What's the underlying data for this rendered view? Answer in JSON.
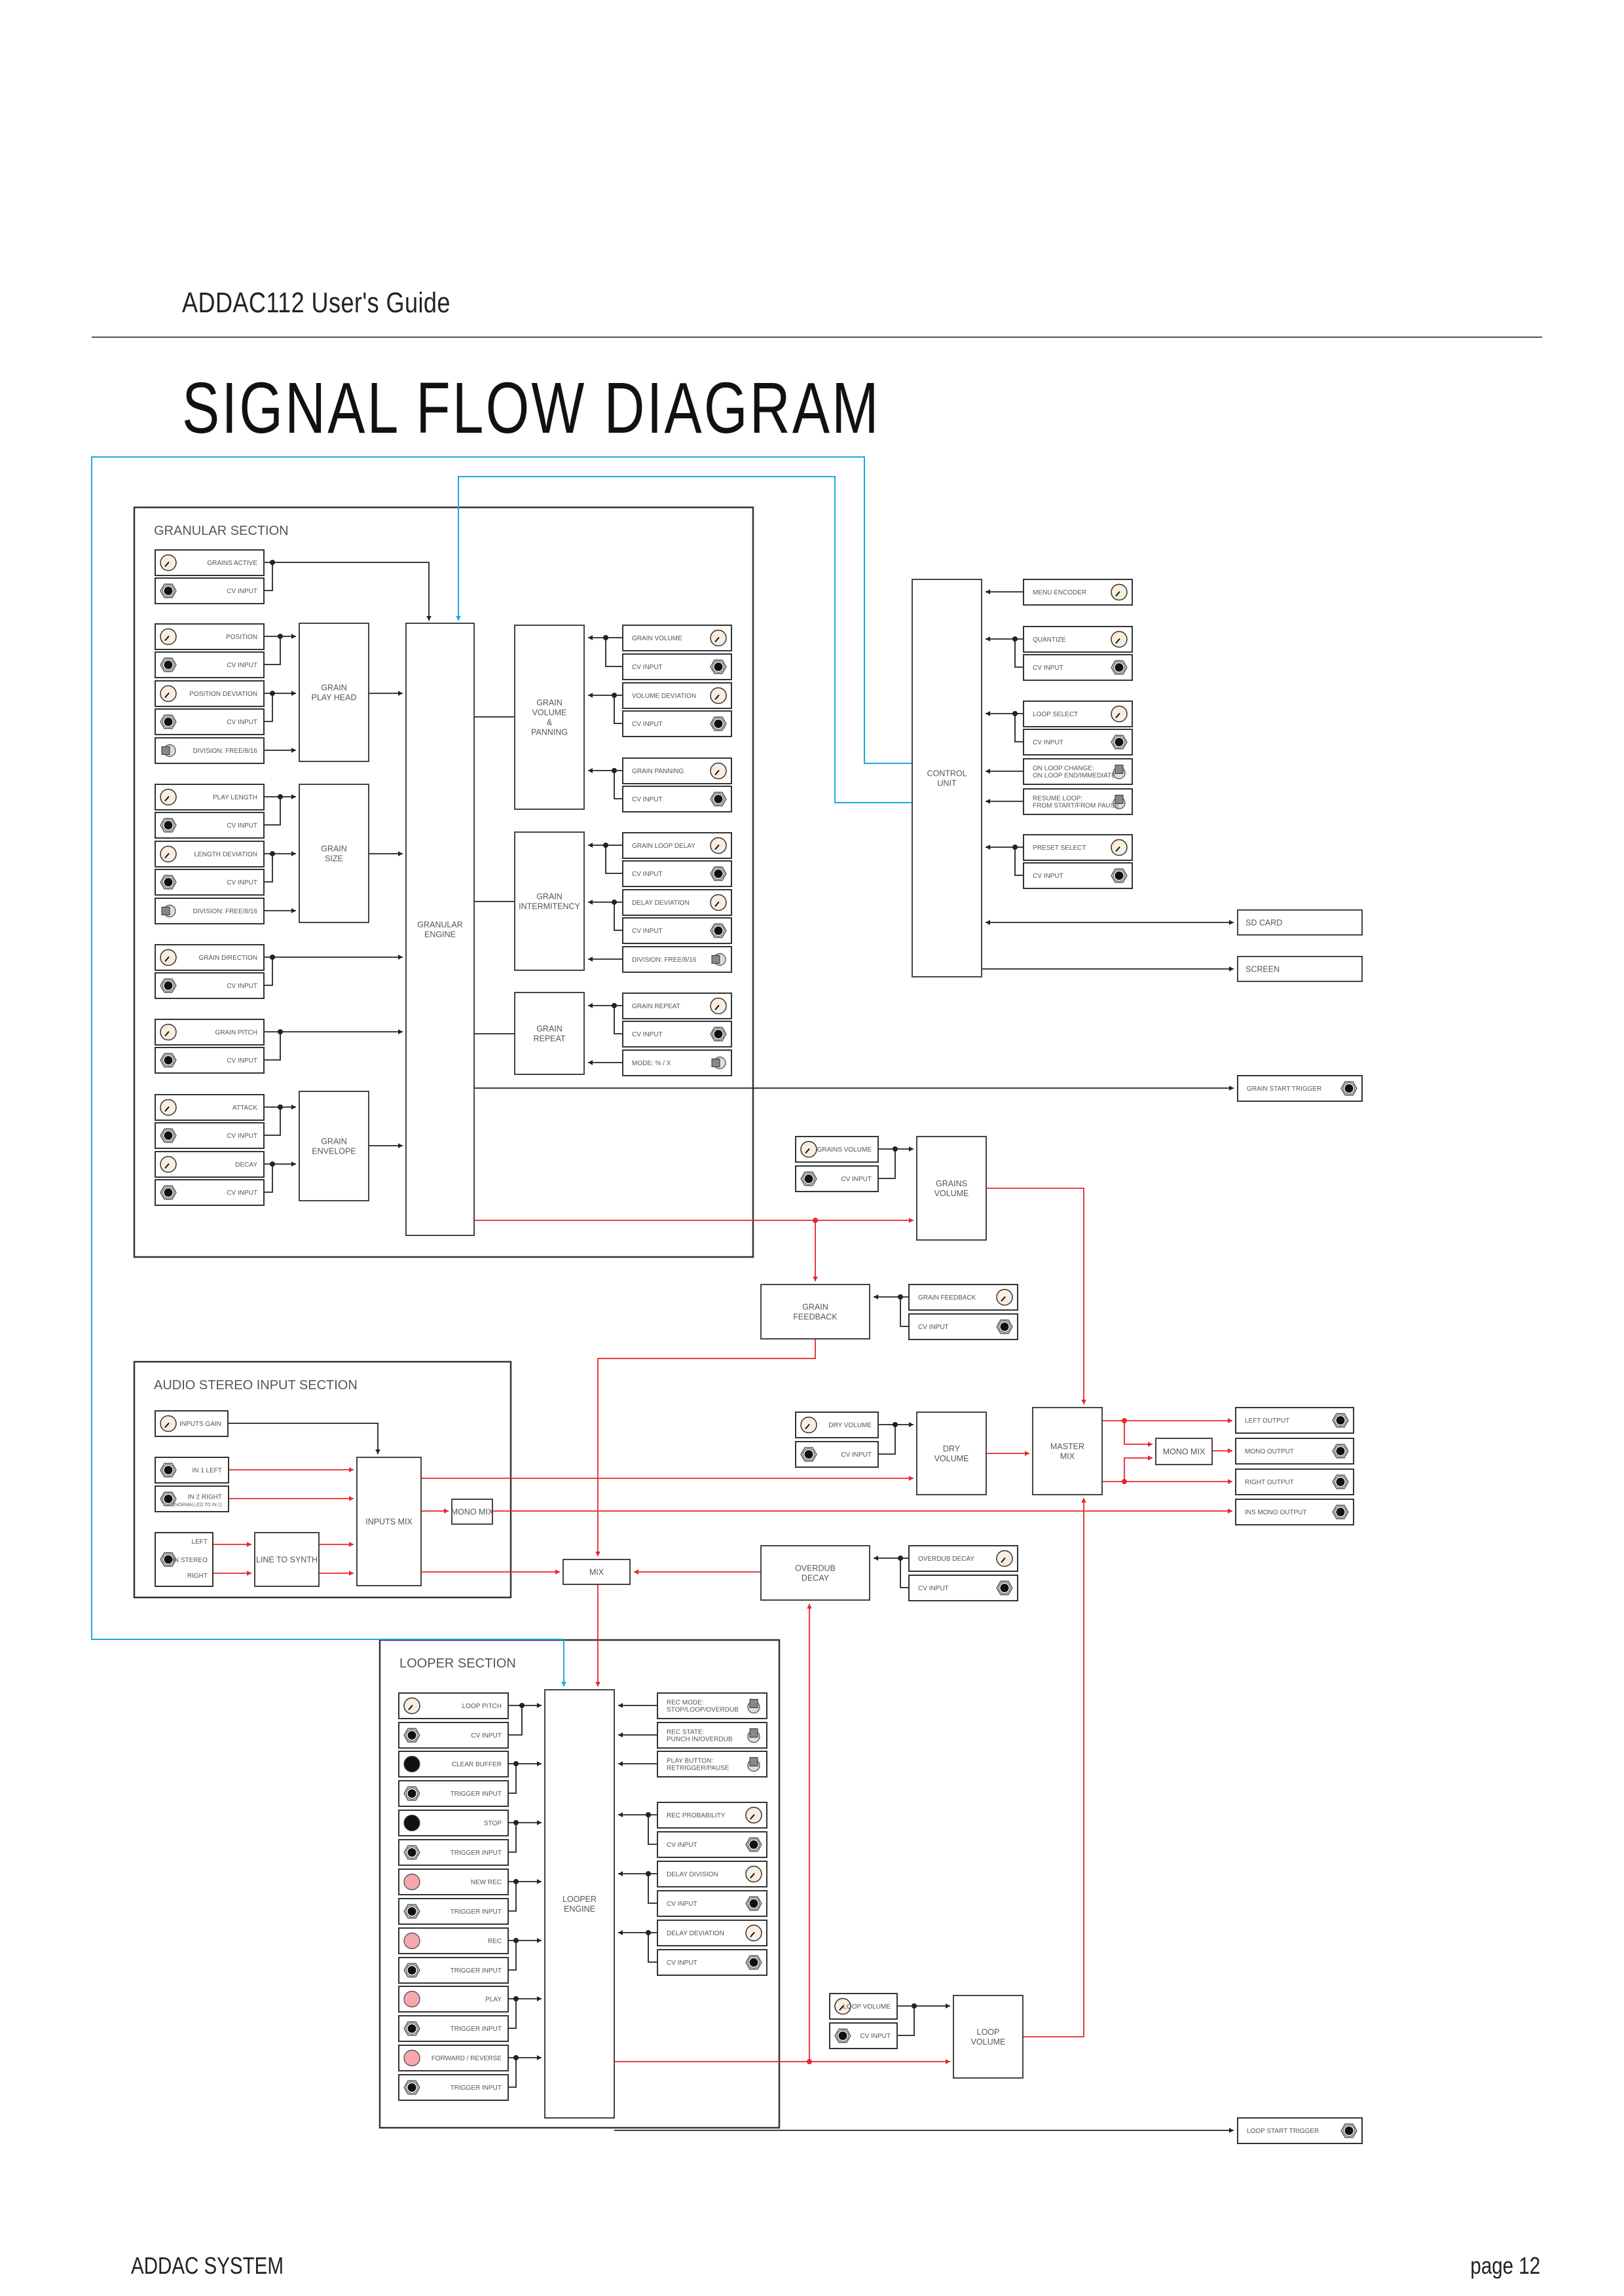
{
  "document": {
    "header": "ADDAC112 User's Guide",
    "title": "SIGNAL FLOW DIAGRAM",
    "footer_left": "ADDAC SYSTEM",
    "footer_right": "page 12"
  },
  "colors": {
    "audio_signal": "#e8262b",
    "control_signal": "#222222",
    "sync_signal": "#1ea7dd",
    "knob_fill": "#fbeee0",
    "button_pink": "#f7a8ab",
    "button_black": "#111111"
  },
  "legend_semantics": {
    "red_lines": "audio signal",
    "black_lines": "control signal",
    "blue_lines": "control unit link"
  },
  "sections": [
    {
      "id": "granular",
      "label": "GRANULAR SECTION"
    },
    {
      "id": "audio_in",
      "label": "AUDIO STEREO INPUT SECTION"
    },
    {
      "id": "looper",
      "label": "LOOPER SECTION"
    }
  ],
  "blocks": [
    {
      "id": "grain_play_head",
      "label": "GRAIN\nPLAY HEAD"
    },
    {
      "id": "grain_size",
      "label": "GRAIN\nSIZE"
    },
    {
      "id": "grain_envelope",
      "label": "GRAIN\nENVELOPE"
    },
    {
      "id": "granular_engine",
      "label": "GRANULAR\nENGINE"
    },
    {
      "id": "grain_vol_pan",
      "label": "GRAIN\nVOLUME\n&\nPANNING"
    },
    {
      "id": "grain_intermitency",
      "label": "GRAIN\nINTERMITENCY"
    },
    {
      "id": "grain_repeat",
      "label": "GRAIN\nREPEAT"
    },
    {
      "id": "control_unit",
      "label": "CONTROL\nUNIT"
    },
    {
      "id": "sd_card",
      "label": "SD CARD"
    },
    {
      "id": "screen",
      "label": "SCREEN"
    },
    {
      "id": "grains_volume",
      "label": "GRAINS\nVOLUME"
    },
    {
      "id": "grain_feedback",
      "label": "GRAIN\nFEEDBACK"
    },
    {
      "id": "inputs_mix",
      "label": "INPUTS MIX"
    },
    {
      "id": "line_to_synth",
      "label": "LINE TO SYNTH"
    },
    {
      "id": "mono_mix_in",
      "label": "MONO MIX"
    },
    {
      "id": "mix",
      "label": "MIX"
    },
    {
      "id": "overdub_decay",
      "label": "OVERDUB\nDECAY"
    },
    {
      "id": "dry_volume",
      "label": "DRY\nVOLUME"
    },
    {
      "id": "master_mix",
      "label": "MASTER\nMIX"
    },
    {
      "id": "mono_mix_out",
      "label": "MONO MIX"
    },
    {
      "id": "looper_engine",
      "label": "LOOPER\nENGINE"
    },
    {
      "id": "loop_volume",
      "label": "LOOP\nVOLUME"
    }
  ],
  "controls": [
    {
      "id": "grains_active",
      "label": "GRAINS ACTIVE",
      "type": "knob"
    },
    {
      "id": "grains_active_cv",
      "label": "CV INPUT",
      "type": "jack"
    },
    {
      "id": "position",
      "label": "POSITION",
      "type": "knob"
    },
    {
      "id": "position_cv",
      "label": "CV INPUT",
      "type": "jack"
    },
    {
      "id": "position_dev",
      "label": "POSITION DEVIATION",
      "type": "knob"
    },
    {
      "id": "position_dev_cv",
      "label": "CV INPUT",
      "type": "jack"
    },
    {
      "id": "ph_division",
      "label": "DIVISION: FREE/8/16",
      "type": "switch-h"
    },
    {
      "id": "play_length",
      "label": "PLAY LENGTH",
      "type": "knob"
    },
    {
      "id": "play_length_cv",
      "label": "CV INPUT",
      "type": "jack"
    },
    {
      "id": "length_dev",
      "label": "LENGTH DEVIATION",
      "type": "knob"
    },
    {
      "id": "length_dev_cv",
      "label": "CV INPUT",
      "type": "jack"
    },
    {
      "id": "gs_division",
      "label": "DIVISION: FREE/8/16",
      "type": "switch-h"
    },
    {
      "id": "grain_direction",
      "label": "GRAIN DIRECTION",
      "type": "knob"
    },
    {
      "id": "grain_direction_cv",
      "label": "CV INPUT",
      "type": "jack"
    },
    {
      "id": "grain_pitch",
      "label": "GRAIN PITCH",
      "type": "knob"
    },
    {
      "id": "grain_pitch_cv",
      "label": "CV INPUT",
      "type": "jack"
    },
    {
      "id": "attack",
      "label": "ATTACK",
      "type": "knob"
    },
    {
      "id": "attack_cv",
      "label": "CV INPUT",
      "type": "jack"
    },
    {
      "id": "decay",
      "label": "DECAY",
      "type": "knob"
    },
    {
      "id": "decay_cv",
      "label": "CV INPUT",
      "type": "jack"
    },
    {
      "id": "grain_volume",
      "label": "GRAIN VOLUME",
      "type": "knob"
    },
    {
      "id": "grain_volume_cv",
      "label": "CV INPUT",
      "type": "jack"
    },
    {
      "id": "volume_dev",
      "label": "VOLUME DEVIATION",
      "type": "knob"
    },
    {
      "id": "volume_dev_cv",
      "label": "CV INPUT",
      "type": "jack"
    },
    {
      "id": "grain_panning",
      "label": "GRAIN PANNING",
      "type": "knob"
    },
    {
      "id": "grain_panning_cv",
      "label": "CV INPUT",
      "type": "jack"
    },
    {
      "id": "grain_loop_delay",
      "label": "GRAIN LOOP DELAY",
      "type": "knob"
    },
    {
      "id": "grain_loop_delay_cv",
      "label": "CV INPUT",
      "type": "jack"
    },
    {
      "id": "delay_dev_g",
      "label": "DELAY DEVIATION",
      "type": "knob"
    },
    {
      "id": "delay_dev_g_cv",
      "label": "CV INPUT",
      "type": "jack"
    },
    {
      "id": "gi_division",
      "label": "DIVISION: FREE/8/16",
      "type": "switch-h"
    },
    {
      "id": "grain_repeat_k",
      "label": "GRAIN REPEAT",
      "type": "knob"
    },
    {
      "id": "grain_repeat_cv",
      "label": "CV INPUT",
      "type": "jack"
    },
    {
      "id": "repeat_mode",
      "label": "MODE: % / X",
      "type": "switch-h"
    },
    {
      "id": "menu_encoder",
      "label": "MENU ENCODER",
      "type": "knob"
    },
    {
      "id": "quantize",
      "label": "QUANTIZE",
      "type": "knob"
    },
    {
      "id": "quantize_cv",
      "label": "CV INPUT",
      "type": "jack"
    },
    {
      "id": "loop_select",
      "label": "LOOP SELECT",
      "type": "knob"
    },
    {
      "id": "loop_select_cv",
      "label": "CV INPUT",
      "type": "jack"
    },
    {
      "id": "on_loop_change",
      "label": "ON LOOP CHANGE:\nON LOOP END/IMMEDIATE",
      "type": "switch-v"
    },
    {
      "id": "resume_loop",
      "label": "RESUME LOOP:\nFROM START/FROM PAUSE",
      "type": "switch-v"
    },
    {
      "id": "preset_select",
      "label": "PRESET SELECT",
      "type": "knob"
    },
    {
      "id": "preset_select_cv",
      "label": "CV INPUT",
      "type": "jack"
    },
    {
      "id": "grain_start_trigger",
      "label": "GRAIN START TRIGGER",
      "type": "jack"
    },
    {
      "id": "grains_volume_k",
      "label": "GRAINS VOLUME",
      "type": "knob"
    },
    {
      "id": "grains_volume_cv",
      "label": "CV INPUT",
      "type": "jack"
    },
    {
      "id": "grain_feedback_k",
      "label": "GRAIN FEEDBACK",
      "type": "knob"
    },
    {
      "id": "grain_feedback_cv",
      "label": "CV INPUT",
      "type": "jack"
    },
    {
      "id": "inputs_gain",
      "label": "INPUTS GAIN",
      "type": "knob"
    },
    {
      "id": "in1_left",
      "label": "IN 1 LEFT",
      "type": "jack"
    },
    {
      "id": "in2_right",
      "label": "IN 2 RIGHT",
      "sublabel": "(NORMALLED TO IN 1)",
      "type": "jack"
    },
    {
      "id": "in_stereo",
      "label": "IN STEREO",
      "left": "LEFT",
      "right": "RIGHT",
      "type": "jack"
    },
    {
      "id": "dry_volume_k",
      "label": "DRY VOLUME",
      "type": "knob"
    },
    {
      "id": "dry_volume_cv",
      "label": "CV INPUT",
      "type": "jack"
    },
    {
      "id": "overdub_decay_k",
      "label": "OVERDUB DECAY",
      "type": "knob"
    },
    {
      "id": "overdub_decay_cv",
      "label": "CV INPUT",
      "type": "jack"
    },
    {
      "id": "left_output",
      "label": "LEFT OUTPUT",
      "type": "jack"
    },
    {
      "id": "mono_output",
      "label": "MONO OUTPUT",
      "type": "jack"
    },
    {
      "id": "right_output",
      "label": "RIGHT OUTPUT",
      "type": "jack"
    },
    {
      "id": "ins_mono_output",
      "label": "INS MONO OUTPUT",
      "type": "jack"
    },
    {
      "id": "loop_pitch",
      "label": "LOOP PITCH",
      "type": "knob"
    },
    {
      "id": "loop_pitch_cv",
      "label": "CV INPUT",
      "type": "jack"
    },
    {
      "id": "clear_buffer",
      "label": "CLEAR BUFFER",
      "type": "button-black"
    },
    {
      "id": "clear_buffer_trig",
      "label": "TRIGGER INPUT",
      "type": "jack"
    },
    {
      "id": "stop",
      "label": "STOP",
      "type": "button-black"
    },
    {
      "id": "stop_trig",
      "label": "TRIGGER INPUT",
      "type": "jack"
    },
    {
      "id": "new_rec",
      "label": "NEW REC",
      "type": "button-pink"
    },
    {
      "id": "new_rec_trig",
      "label": "TRIGGER INPUT",
      "type": "jack"
    },
    {
      "id": "rec",
      "label": "REC",
      "type": "button-pink"
    },
    {
      "id": "rec_trig",
      "label": "TRIGGER INPUT",
      "type": "jack"
    },
    {
      "id": "play",
      "label": "PLAY",
      "type": "button-pink"
    },
    {
      "id": "play_trig",
      "label": "TRIGGER INPUT",
      "type": "jack"
    },
    {
      "id": "fwd_rev",
      "label": "FORWARD / REVERSE",
      "type": "button-pink"
    },
    {
      "id": "fwd_rev_trig",
      "label": "TRIGGER INPUT",
      "type": "jack"
    },
    {
      "id": "rec_mode",
      "label": "REC MODE:\nSTOP/LOOP/OVERDUB",
      "type": "switch-v"
    },
    {
      "id": "rec_state",
      "label": "REC STATE:\nPUNCH IN/OVERDUB",
      "type": "switch-v"
    },
    {
      "id": "play_button",
      "label": "PLAY BUTTON:\nRETRIGGER/PAUSE",
      "type": "switch-v"
    },
    {
      "id": "rec_probability",
      "label": "REC PROBABILITY",
      "type": "knob"
    },
    {
      "id": "rec_probability_cv",
      "label": "CV INPUT",
      "type": "jack"
    },
    {
      "id": "delay_division",
      "label": "DELAY DIVISION",
      "type": "knob"
    },
    {
      "id": "delay_division_cv",
      "label": "CV INPUT",
      "type": "jack"
    },
    {
      "id": "delay_dev_l",
      "label": "DELAY DEVIATION",
      "type": "knob"
    },
    {
      "id": "delay_dev_l_cv",
      "label": "CV INPUT",
      "type": "jack"
    },
    {
      "id": "loop_volume_k",
      "label": "LOOP VOLUME",
      "type": "knob"
    },
    {
      "id": "loop_volume_cv",
      "label": "CV INPUT",
      "type": "jack"
    },
    {
      "id": "loop_start_trigger",
      "label": "LOOP START TRIGGER",
      "type": "jack"
    }
  ]
}
